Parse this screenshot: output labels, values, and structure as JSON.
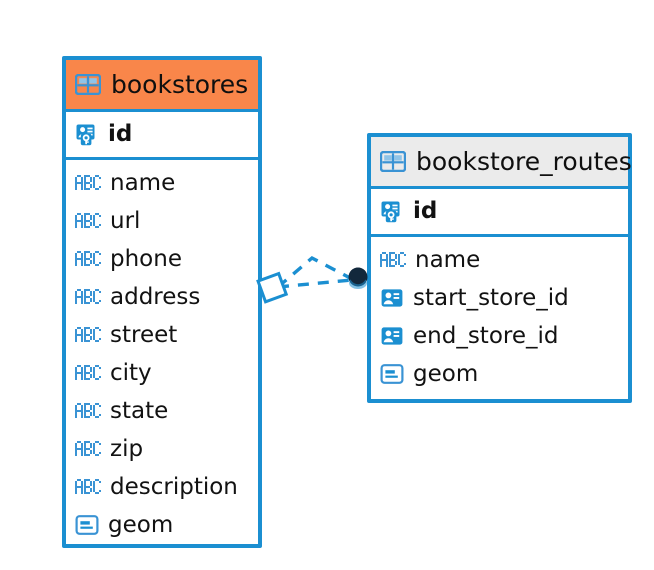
{
  "diagram": {
    "type": "er-diagram",
    "background_color": "#ffffff",
    "entity_border_color": "#1b8fd1",
    "relationship_line_color": "#1b8fd1",
    "relationship_endpoint_color": "#12283c",
    "entities": [
      {
        "id": "bookstores",
        "name": "bookstores",
        "header_color": "#f9864a",
        "header_icon": "table-icon",
        "primary_keys": [
          {
            "name": "id",
            "icon": "primary-key-icon"
          }
        ],
        "fields": [
          {
            "name": "name",
            "icon": "text-abc-icon"
          },
          {
            "name": "url",
            "icon": "text-abc-icon"
          },
          {
            "name": "phone",
            "icon": "text-abc-icon"
          },
          {
            "name": "address",
            "icon": "text-abc-icon"
          },
          {
            "name": "street",
            "icon": "text-abc-icon"
          },
          {
            "name": "city",
            "icon": "text-abc-icon"
          },
          {
            "name": "state",
            "icon": "text-abc-icon"
          },
          {
            "name": "zip",
            "icon": "text-abc-icon"
          },
          {
            "name": "description",
            "icon": "text-abc-icon"
          },
          {
            "name": "geom",
            "icon": "geometry-icon"
          }
        ]
      },
      {
        "id": "bookstore_routes",
        "name": "bookstore_routes",
        "header_color": "#ebebeb",
        "header_icon": "table-icon",
        "primary_keys": [
          {
            "name": "id",
            "icon": "primary-key-icon"
          }
        ],
        "fields": [
          {
            "name": "name",
            "icon": "text-abc-icon"
          },
          {
            "name": "start_store_id",
            "icon": "foreign-key-icon"
          },
          {
            "name": "end_store_id",
            "icon": "foreign-key-icon"
          },
          {
            "name": "geom",
            "icon": "geometry-icon"
          }
        ]
      }
    ],
    "relationships": [
      {
        "from_entity": "bookstores",
        "from_field": "id",
        "to_entity": "bookstore_routes",
        "to_field": "start_store_id",
        "from_marker": "diamond",
        "to_marker": "filled-circle",
        "line_style": "dashed"
      },
      {
        "from_entity": "bookstores",
        "from_field": "id",
        "to_entity": "bookstore_routes",
        "to_field": "end_store_id",
        "from_marker": "diamond",
        "to_marker": "filled-circle",
        "line_style": "dashed"
      }
    ]
  }
}
